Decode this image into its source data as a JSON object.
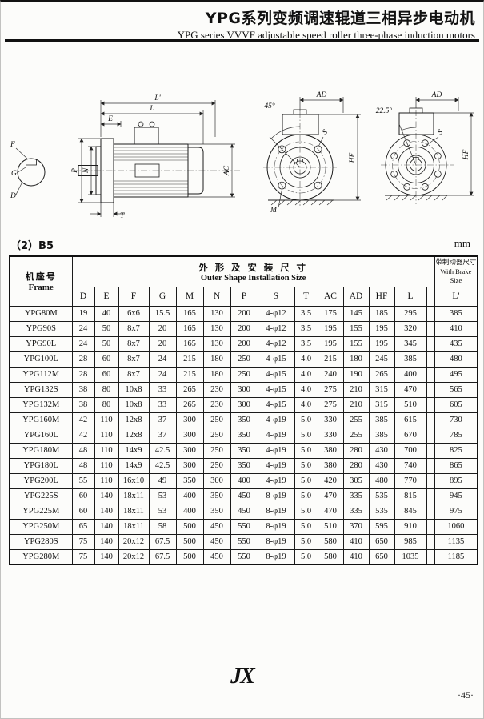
{
  "header": {
    "title_cn": "YPG系列变频调速辊道三相异步电动机",
    "title_en": "YPG series VVVF adjustable speed roller three-phase induction motors"
  },
  "section": {
    "label": "（2）B5",
    "unit": "mm"
  },
  "drawings": {
    "side_view": {
      "l_prime": "L'",
      "l": "L",
      "e": "E",
      "f": "F",
      "g": "G",
      "d": "D",
      "p": "P",
      "n": "N",
      "ac": "AC",
      "t": "T"
    },
    "front_view_4holes": {
      "angle": "45°",
      "ad": "AD",
      "s": "S",
      "hf": "HF",
      "m": "M"
    },
    "front_view_8holes": {
      "angle": "22.5°",
      "ad": "AD",
      "s": "S",
      "hf": "HF"
    }
  },
  "table": {
    "frame_header_cn": "机座号",
    "frame_header_en": "Frame",
    "main_group_cn": "外 形 及 安 装 尺 寸",
    "main_group_en": "Outer Shape Installation Size",
    "brake_group_cn": "带制动器尺寸",
    "brake_group_en": "With Brake Size",
    "columns": [
      "D",
      "E",
      "F",
      "G",
      "M",
      "N",
      "P",
      "S",
      "T",
      "AC",
      "AD",
      "HF",
      "L"
    ],
    "brake_column": "L'",
    "rows": [
      {
        "frame": "YPG80M",
        "values": [
          "19",
          "40",
          "6x6",
          "15.5",
          "165",
          "130",
          "200",
          "4-φ12",
          "3.5",
          "175",
          "145",
          "185",
          "295"
        ],
        "brake": "385"
      },
      {
        "frame": "YPG90S",
        "values": [
          "24",
          "50",
          "8x7",
          "20",
          "165",
          "130",
          "200",
          "4-φ12",
          "3.5",
          "195",
          "155",
          "195",
          "320"
        ],
        "brake": "410"
      },
      {
        "frame": "YPG90L",
        "values": [
          "24",
          "50",
          "8x7",
          "20",
          "165",
          "130",
          "200",
          "4-φ12",
          "3.5",
          "195",
          "155",
          "195",
          "345"
        ],
        "brake": "435"
      },
      {
        "frame": "YPG100L",
        "values": [
          "28",
          "60",
          "8x7",
          "24",
          "215",
          "180",
          "250",
          "4-φ15",
          "4.0",
          "215",
          "180",
          "245",
          "385"
        ],
        "brake": "480"
      },
      {
        "frame": "YPG112M",
        "values": [
          "28",
          "60",
          "8x7",
          "24",
          "215",
          "180",
          "250",
          "4-φ15",
          "4.0",
          "240",
          "190",
          "265",
          "400"
        ],
        "brake": "495"
      },
      {
        "frame": "YPG132S",
        "values": [
          "38",
          "80",
          "10x8",
          "33",
          "265",
          "230",
          "300",
          "4-φ15",
          "4.0",
          "275",
          "210",
          "315",
          "470"
        ],
        "brake": "565"
      },
      {
        "frame": "YPG132M",
        "values": [
          "38",
          "80",
          "10x8",
          "33",
          "265",
          "230",
          "300",
          "4-φ15",
          "4.0",
          "275",
          "210",
          "315",
          "510"
        ],
        "brake": "605"
      },
      {
        "frame": "YPG160M",
        "values": [
          "42",
          "110",
          "12x8",
          "37",
          "300",
          "250",
          "350",
          "4-φ19",
          "5.0",
          "330",
          "255",
          "385",
          "615"
        ],
        "brake": "730"
      },
      {
        "frame": "YPG160L",
        "values": [
          "42",
          "110",
          "12x8",
          "37",
          "300",
          "250",
          "350",
          "4-φ19",
          "5.0",
          "330",
          "255",
          "385",
          "670"
        ],
        "brake": "785"
      },
      {
        "frame": "YPG180M",
        "values": [
          "48",
          "110",
          "14x9",
          "42.5",
          "300",
          "250",
          "350",
          "4-φ19",
          "5.0",
          "380",
          "280",
          "430",
          "700"
        ],
        "brake": "825"
      },
      {
        "frame": "YPG180L",
        "values": [
          "48",
          "110",
          "14x9",
          "42.5",
          "300",
          "250",
          "350",
          "4-φ19",
          "5.0",
          "380",
          "280",
          "430",
          "740"
        ],
        "brake": "865"
      },
      {
        "frame": "YPG200L",
        "values": [
          "55",
          "110",
          "16x10",
          "49",
          "350",
          "300",
          "400",
          "4-φ19",
          "5.0",
          "420",
          "305",
          "480",
          "770"
        ],
        "brake": "895"
      },
      {
        "frame": "YPG225S",
        "values": [
          "60",
          "140",
          "18x11",
          "53",
          "400",
          "350",
          "450",
          "8-φ19",
          "5.0",
          "470",
          "335",
          "535",
          "815"
        ],
        "brake": "945"
      },
      {
        "frame": "YPG225M",
        "values": [
          "60",
          "140",
          "18x11",
          "53",
          "400",
          "350",
          "450",
          "8-φ19",
          "5.0",
          "470",
          "335",
          "535",
          "845"
        ],
        "brake": "975"
      },
      {
        "frame": "YPG250M",
        "values": [
          "65",
          "140",
          "18x11",
          "58",
          "500",
          "450",
          "550",
          "8-φ19",
          "5.0",
          "510",
          "370",
          "595",
          "910"
        ],
        "brake": "1060"
      },
      {
        "frame": "YPG280S",
        "values": [
          "75",
          "140",
          "20x12",
          "67.5",
          "500",
          "450",
          "550",
          "8-φ19",
          "5.0",
          "580",
          "410",
          "650",
          "985"
        ],
        "brake": "1135"
      },
      {
        "frame": "YPG280M",
        "values": [
          "75",
          "140",
          "20x12",
          "67.5",
          "500",
          "450",
          "550",
          "8-φ19",
          "5.0",
          "580",
          "410",
          "650",
          "1035"
        ],
        "brake": "1185"
      }
    ]
  },
  "footer": {
    "logo": "JX",
    "page": "·45·"
  }
}
